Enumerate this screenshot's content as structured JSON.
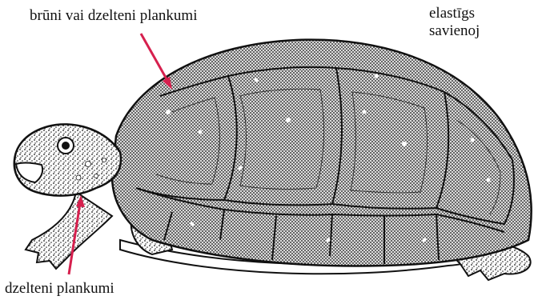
{
  "labels": {
    "top": "brūni vai dzelteni plankumi",
    "bottom": "dzelteni plankumi",
    "right_line1": "elastīgs",
    "right_line2": "savienoj"
  },
  "colors": {
    "arrow": "#d6204e",
    "ink": "#111111",
    "background": "#ffffff"
  },
  "illustration": "box-turtle-drawing"
}
